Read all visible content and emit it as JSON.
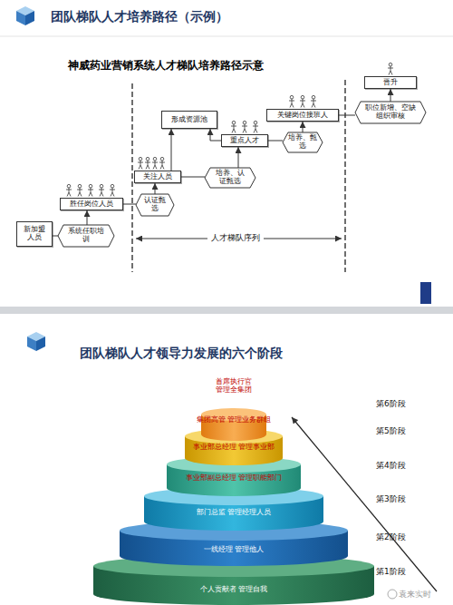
{
  "diagram": {
    "title": "团队梯队人才培养路径（示例）",
    "nodes": [
      {
        "text": [
          "新加盟人员"
        ]
      },
      {
        "text": [
          "系统任职培训"
        ]
      },
      {
        "text": [
          "胜任岗位人员"
        ]
      },
      {
        "text": [
          "认证甄选"
        ]
      },
      {
        "text": [
          "关注人员"
        ]
      },
      {
        "text": [
          "培养、认证甄选"
        ]
      },
      {
        "text": [
          "形成资源池"
        ]
      },
      {
        "text": [
          "重点人才"
        ]
      },
      {
        "text": [
          "培养、甄选"
        ]
      },
      {
        "text": [
          "关键岗位接班人"
        ]
      },
      {
        "text": [
          "晋升"
        ]
      },
      {
        "text": [
          "职位新增、空缺组织审核"
        ]
      },
      {
        "text": [
          "集团高管 管理业务群组"
        ]
      },
      {
        "text": [
          "事业部总经理 管理事业部"
        ]
      },
      {
        "text": [
          "事业部副总经理 管理职能部门"
        ]
      },
      {
        "text": [
          "部门总监 管理经理人员"
        ]
      },
      {
        "text": [
          "一线经理 管理他人"
        ]
      },
      {
        "text": [
          "个人贡献者 管理自我"
        ]
      }
    ],
    "edges": [
      {
        "from": 0,
        "to": 1,
        "arrow": "none"
      },
      {
        "from": 1,
        "to": 2,
        "arrow": "to"
      },
      {
        "from": 2,
        "to": 3,
        "arrow": "none"
      },
      {
        "from": 3,
        "to": 4,
        "arrow": "to"
      },
      {
        "from": 4,
        "to": 5,
        "arrow": "none"
      },
      {
        "from": 5,
        "to": 7,
        "arrow": "to"
      },
      {
        "from": 4,
        "to": 6,
        "arrow": "to"
      },
      {
        "from": 7,
        "to": 6,
        "arrow": "to"
      },
      {
        "from": 7,
        "to": 8,
        "arrow": "none"
      },
      {
        "from": 8,
        "to": 9,
        "arrow": "to"
      },
      {
        "from": 9,
        "to": 11,
        "arrow": "none"
      },
      {
        "from": 11,
        "to": 10,
        "arrow": "to"
      }
    ],
    "labels": [
      "神威药业营销系统人才梯队培养路径示意",
      "人才梯队序列",
      "团队梯队人才领导力发展的六个阶段",
      "首席执行官 管理全集团",
      "第6阶段",
      "第5阶段",
      "第4阶段",
      "第3阶段",
      "第2阶段",
      "第1阶段",
      "袁来实时"
    ]
  }
}
